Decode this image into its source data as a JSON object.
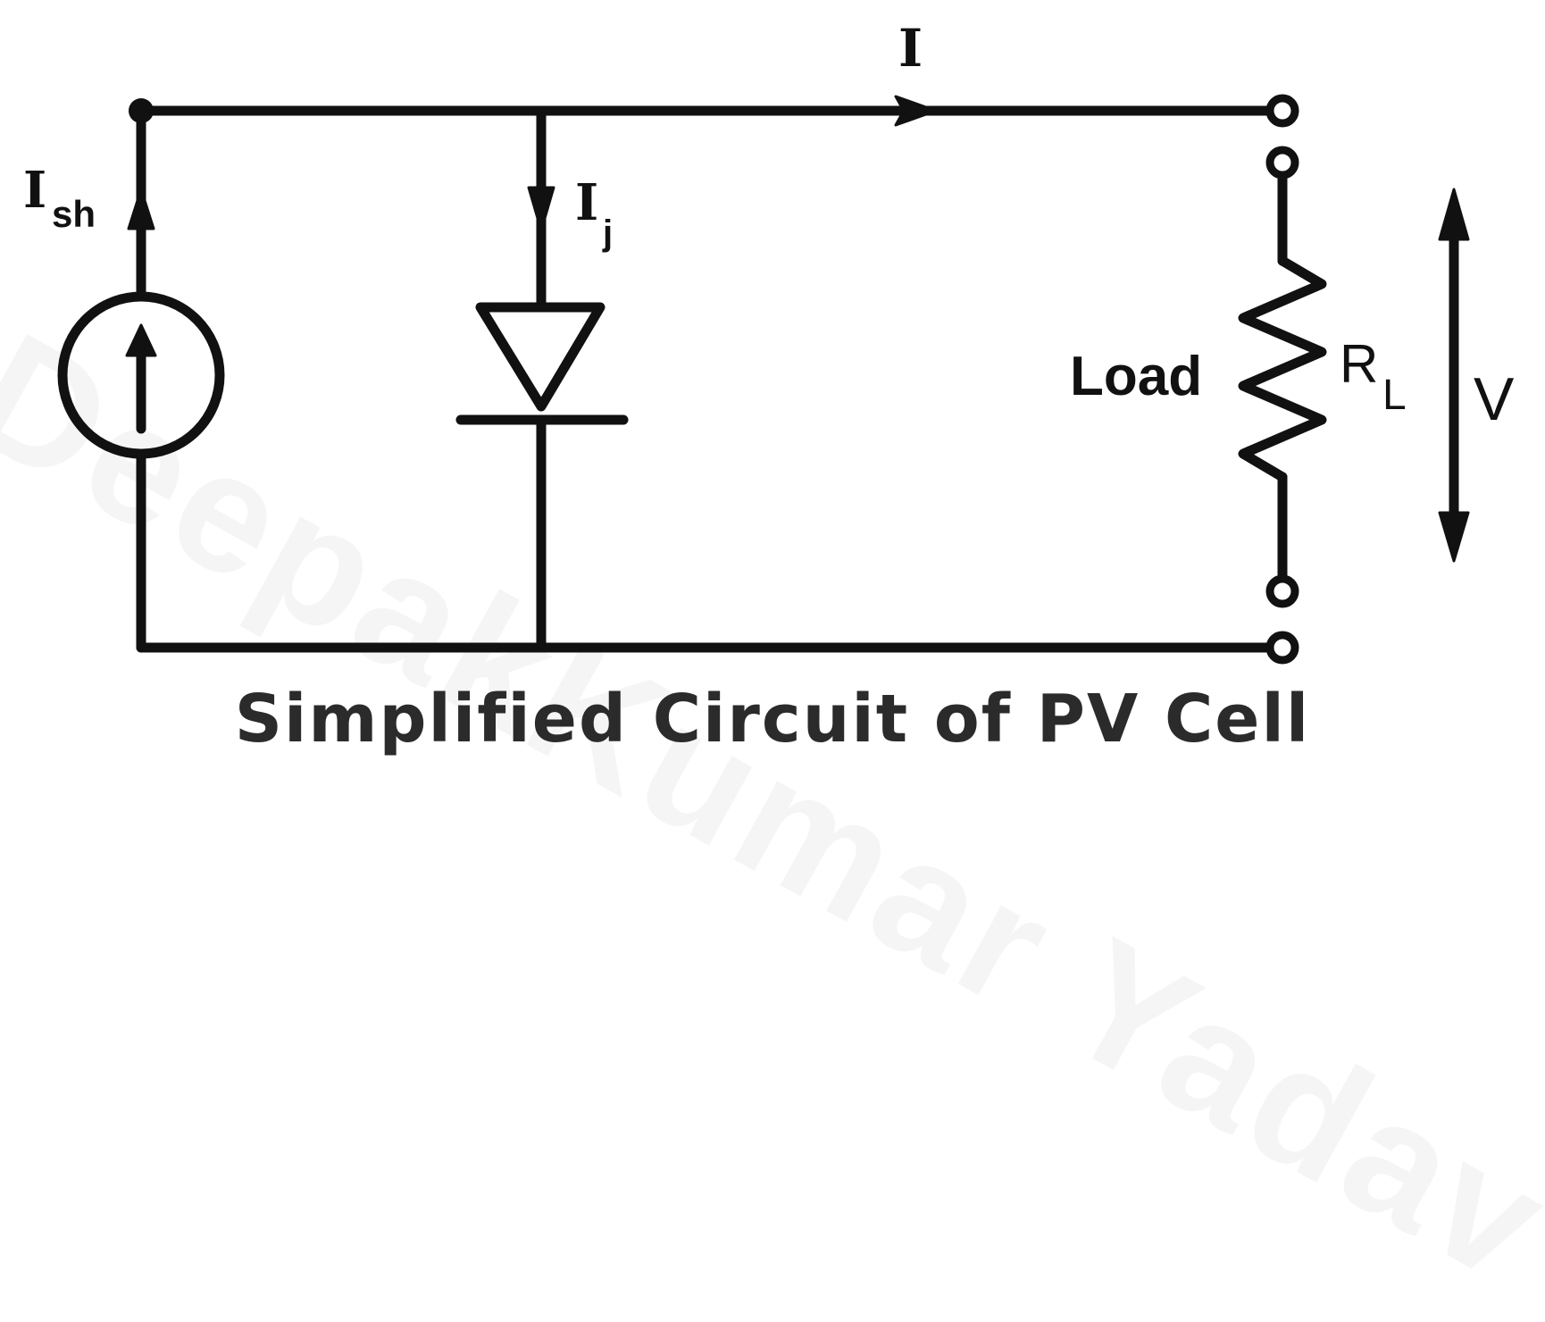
{
  "watermark": "DeepakKumar Yadav",
  "title": "Simplified Circuit of PV Cell",
  "labels": {
    "current_main": "I",
    "current_shunt": "I",
    "current_shunt_sub": "sh",
    "current_junction": "I",
    "current_junction_sub": "j",
    "load": "Load",
    "resistor": "R",
    "resistor_sub": "L",
    "voltage": "V"
  }
}
